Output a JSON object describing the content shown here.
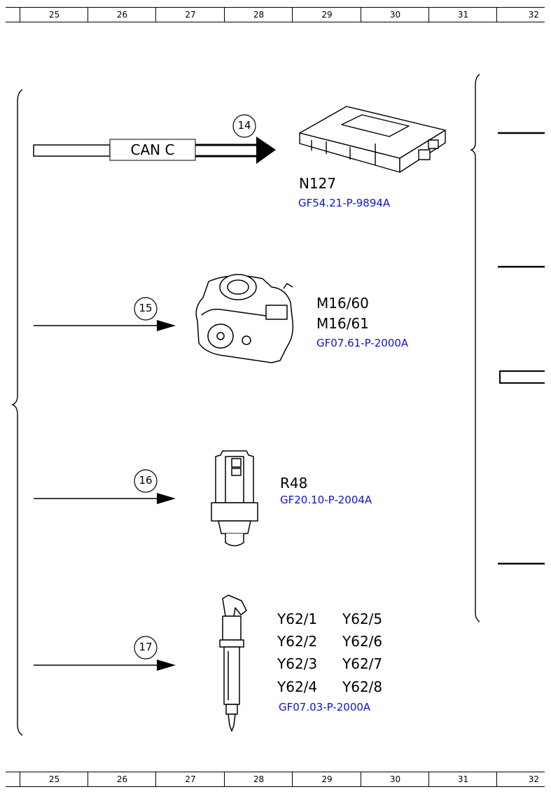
{
  "ruler": {
    "columns": [
      "25",
      "26",
      "27",
      "28",
      "29",
      "30",
      "31",
      "32"
    ]
  },
  "bus": {
    "label": "CAN C"
  },
  "components": [
    {
      "num": "14",
      "codes": [
        "N127"
      ],
      "ref": "GF54.21-P-9894A",
      "icon": "control-unit-icon"
    },
    {
      "num": "15",
      "codes": [
        "M16/60",
        "M16/61"
      ],
      "ref": "GF07.61-P-2000A",
      "icon": "throttle-actuator-icon"
    },
    {
      "num": "16",
      "codes": [
        "R48"
      ],
      "ref": "GF20.10-P-2004A",
      "icon": "temperature-sensor-icon"
    },
    {
      "num": "17",
      "codes": [
        "Y62/1",
        "Y62/5",
        "Y62/2",
        "Y62/6",
        "Y62/3",
        "Y62/7",
        "Y62/4",
        "Y62/8"
      ],
      "ref": "GF07.03-P-2000A",
      "icon": "injector-icon"
    }
  ]
}
